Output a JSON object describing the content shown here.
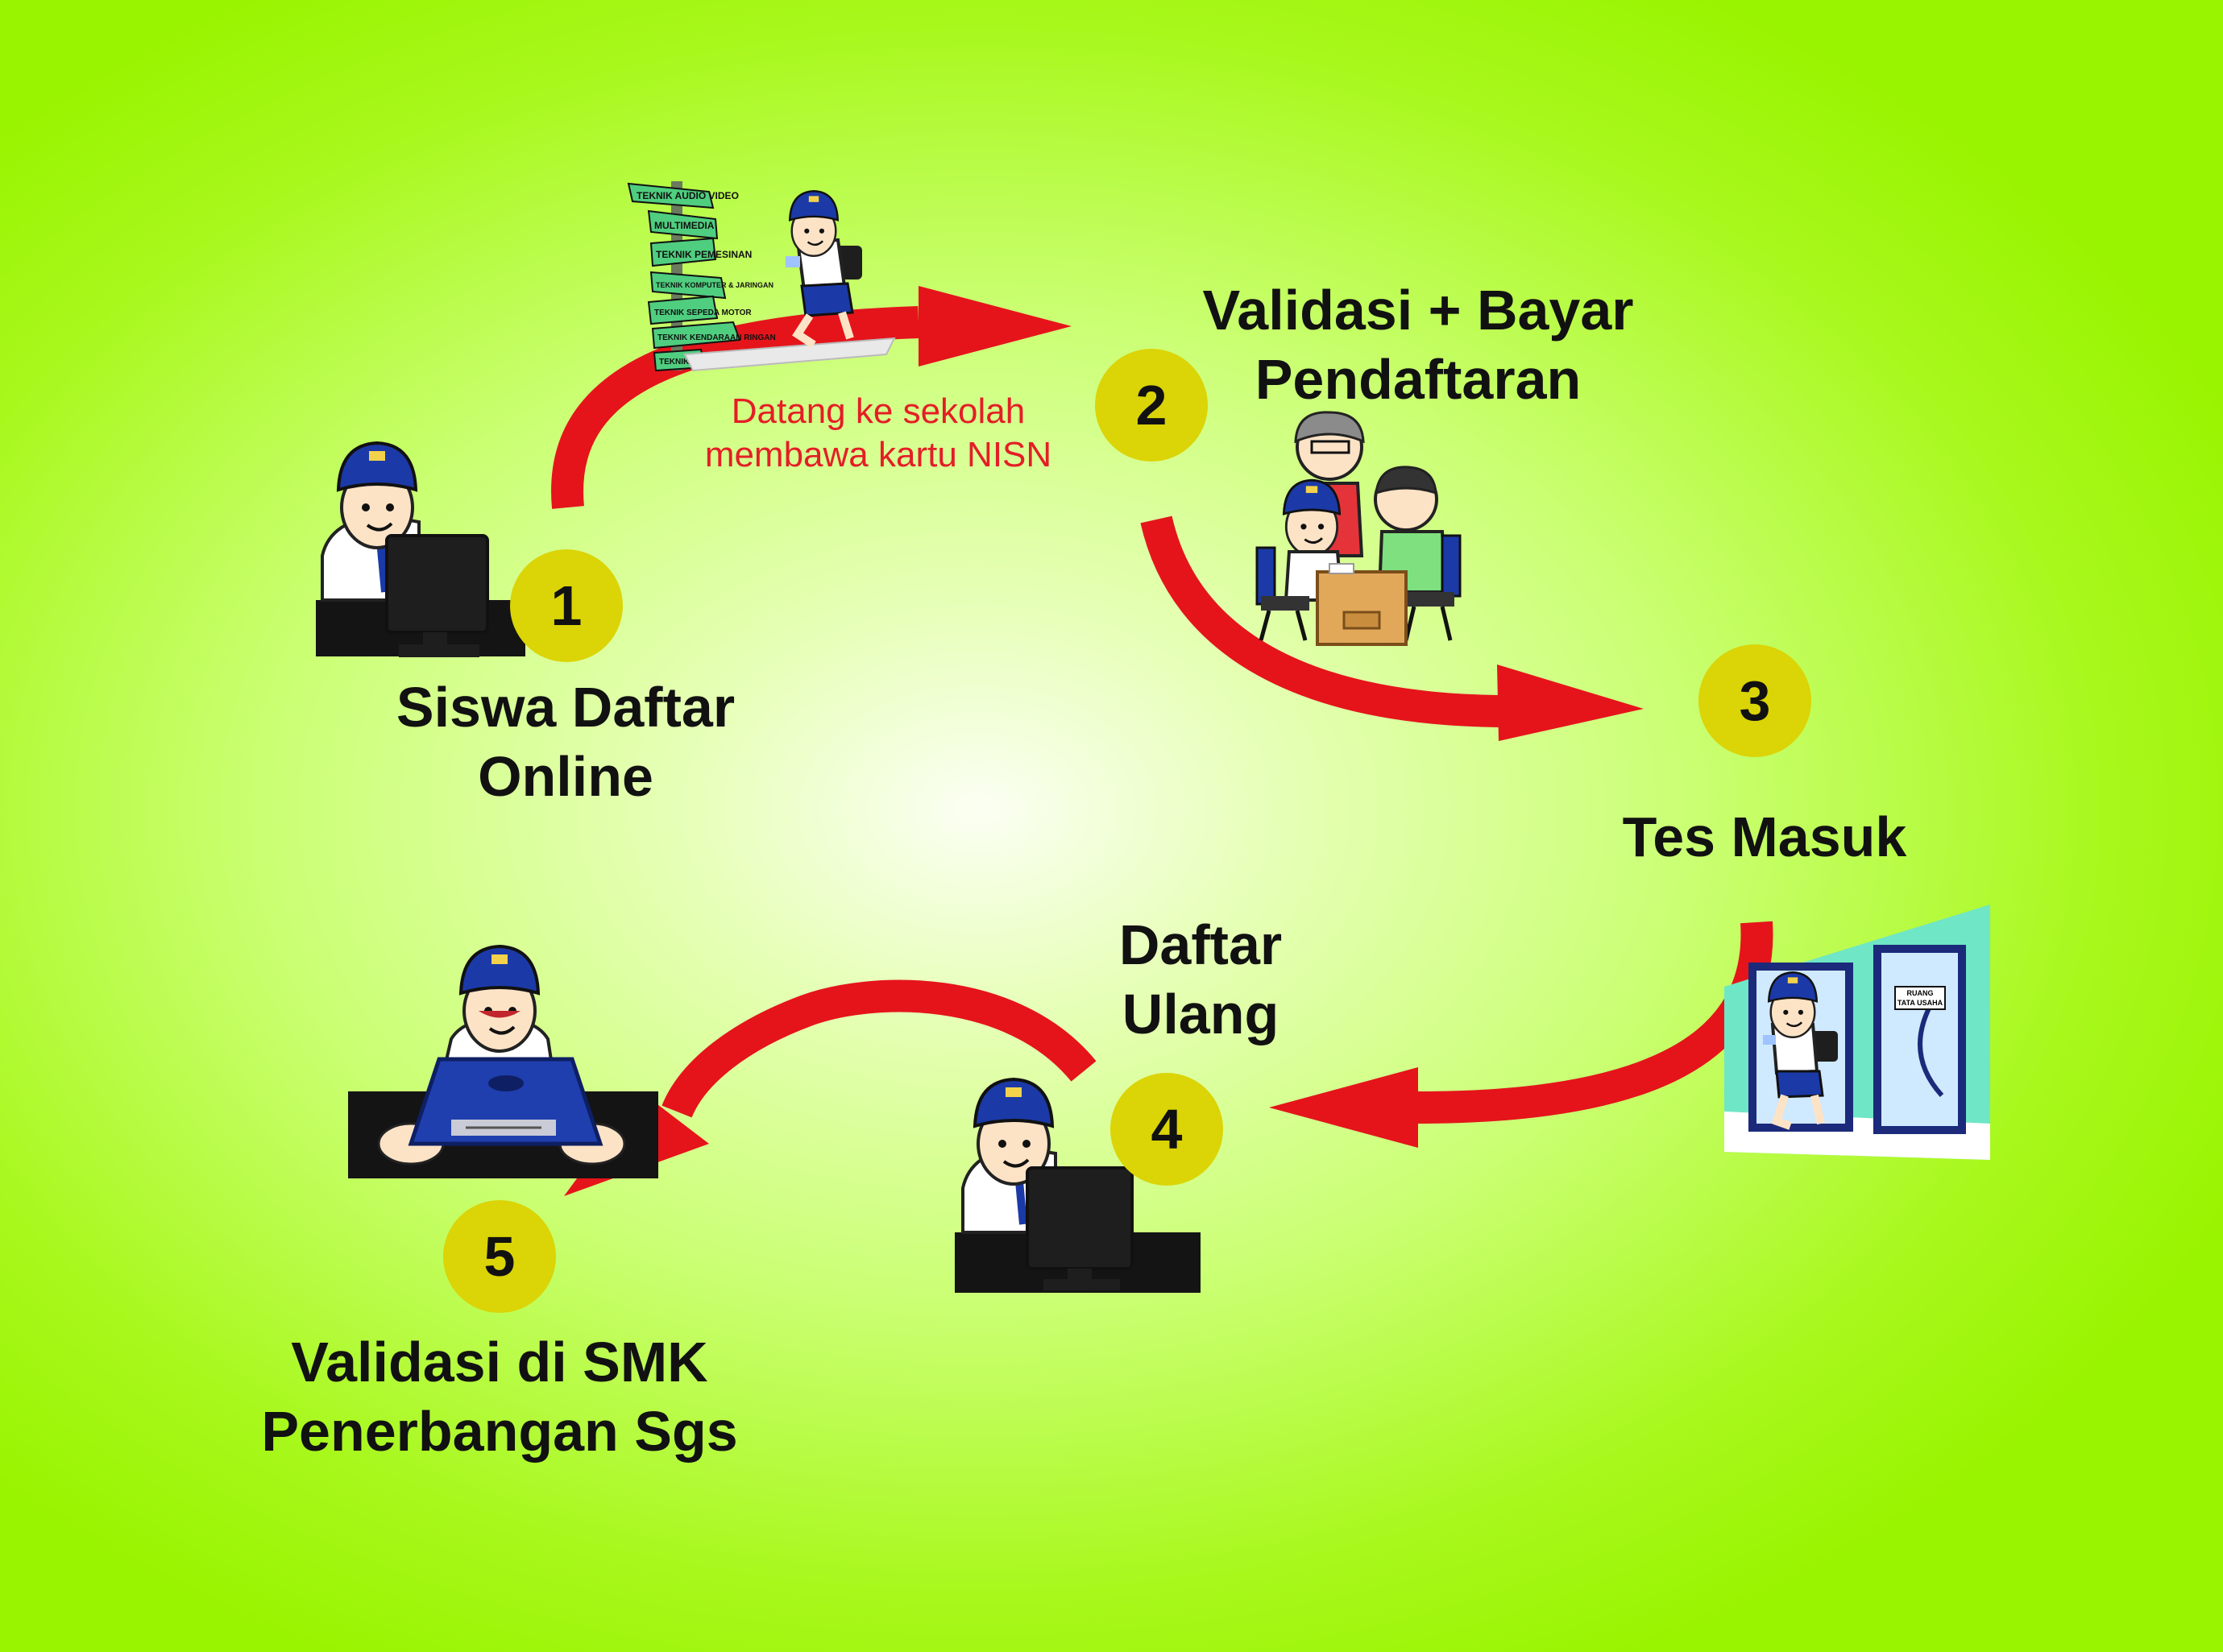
{
  "colors": {
    "arrow": "#e5141b",
    "badge": "#dbd406",
    "background_center": "#fbfff3",
    "background_edge": "#99f400",
    "note_text": "#e41e26",
    "uniform_blue": "#1b3aa8"
  },
  "steps": [
    {
      "number": "1",
      "title_lines": [
        "Siswa Daftar",
        "Online"
      ],
      "icon": "student-at-computer-icon"
    },
    {
      "number": "2",
      "title_lines": [
        "Validasi + Bayar",
        "Pendaftaran"
      ],
      "icon": "registration-desk-icon"
    },
    {
      "number": "3",
      "title_lines": [
        "Tes Masuk"
      ],
      "icon": "student-entering-room-icon"
    },
    {
      "number": "4",
      "title_lines": [
        "Daftar",
        "Ulang"
      ],
      "icon": "student-at-computer-icon"
    },
    {
      "number": "5",
      "title_lines": [
        "Validasi di SMK",
        "Penerbangan Sgs"
      ],
      "icon": "student-holding-document-icon"
    }
  ],
  "arrow_note_lines": [
    "Datang ke sekolah",
    "membawa kartu NISN"
  ],
  "signpost_labels": [
    "TEKNIK AUDIO VIDEO",
    "MULTIMEDIA",
    "TEKNIK PEMESINAN",
    "TEKNIK KOMPUTER & JARINGAN",
    "TEKNIK SEPEDA MOTOR",
    "TEKNIK KENDARAAN RINGAN",
    "TEKNIK"
  ],
  "door_sign_lines": [
    "RUANG",
    "TATA USAHA"
  ]
}
